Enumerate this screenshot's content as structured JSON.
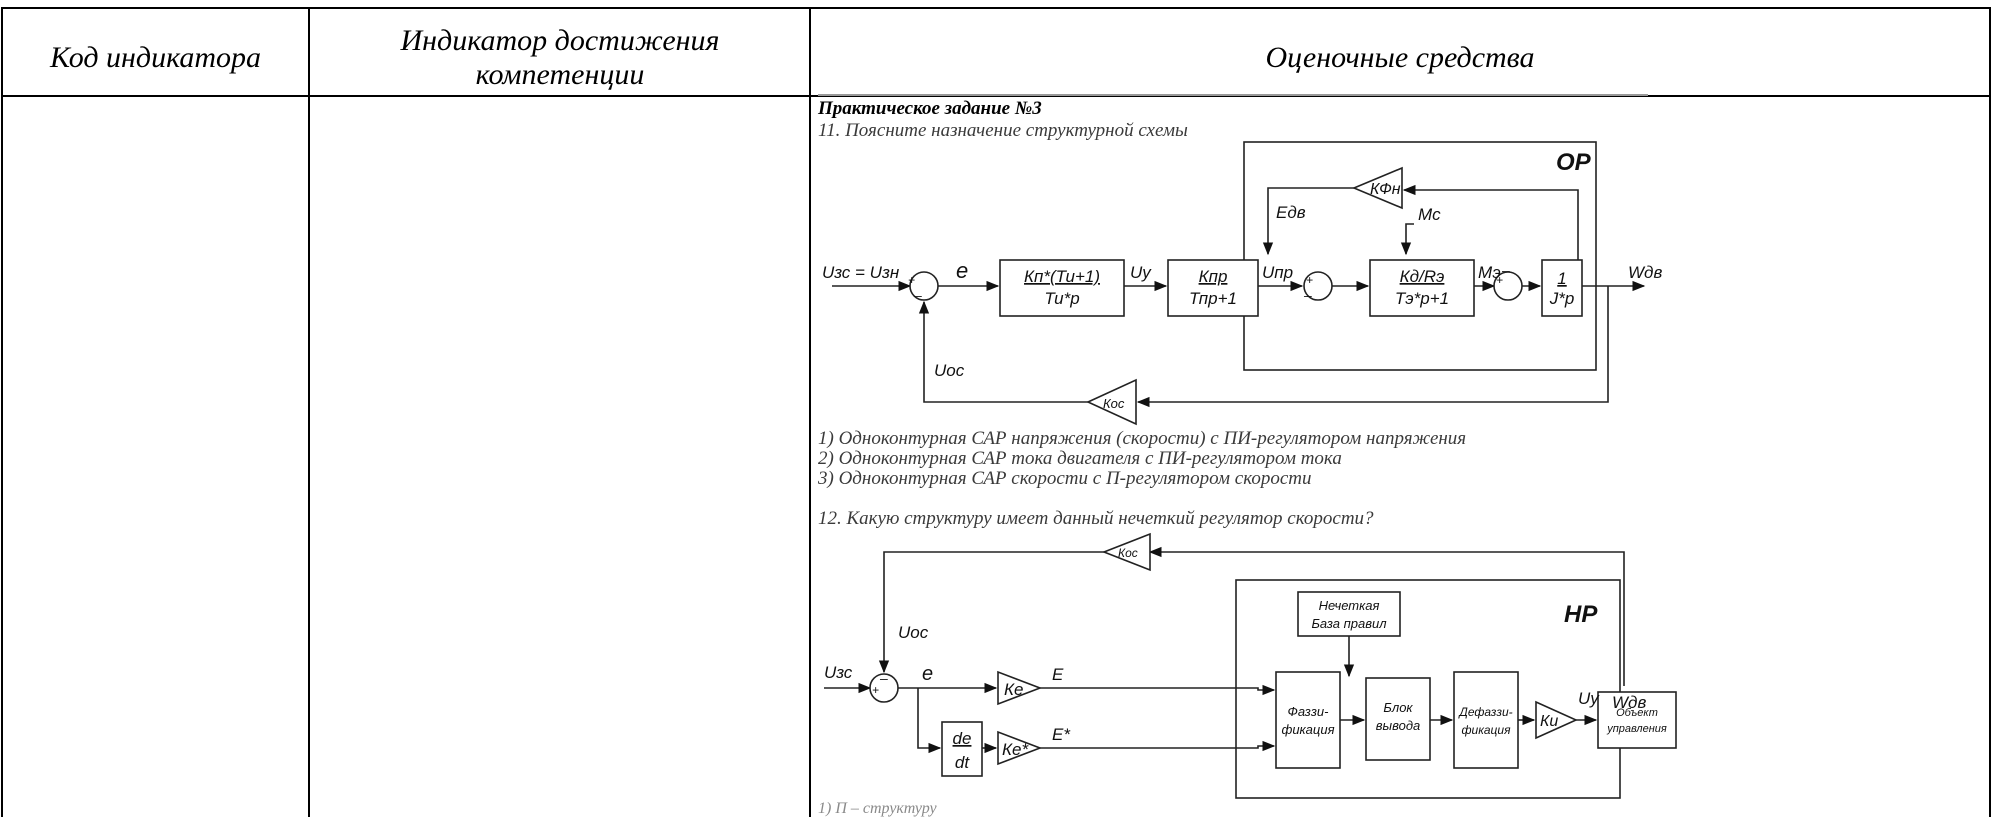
{
  "table": {
    "headers": [
      "Код индикатора",
      "Индикатор достижения компетенции",
      "Оценочные средства"
    ]
  },
  "task": {
    "title": "Практическое задание №3",
    "q11": "11. Поясните назначение структурной схемы",
    "answers11": [
      "1) Одноконтурная САР напряжения (скорости) с ПИ-регулятором напряжения",
      "2) Одноконтурная САР тока двигателя с ПИ-регулятором тока",
      "3) Одноконтурная САР скорости с П-регулятором скорости"
    ],
    "q12": "12. Какую структуру имеет данный нечеткий регулятор скорости?",
    "partial": "1) П – структуру"
  },
  "diagram1": {
    "or_label": "ОР",
    "kfn": "КФн",
    "edv": "Едв",
    "mc": "Мс",
    "uzs": "Uзс = Uзн",
    "e": "e",
    "block1_num": "Кп*(Ти+1)",
    "block1_den": "Ти*р",
    "uy": "Uу",
    "block2_num": "Кпр",
    "block2_den": "Тпр+1",
    "upr": "Uпр",
    "block3_num": "Кд/Rэ",
    "block3_den": "Тэ*р+1",
    "me": "Мэ",
    "block4_num": "1",
    "block4_den": "J*p",
    "wdv": "Wдв",
    "uoc": "Uос",
    "koc": "Кос"
  },
  "diagram2": {
    "koc": "Кос",
    "hr_label": "НР",
    "rules": [
      "Нечеткая",
      "База правил"
    ],
    "uoc": "Uос",
    "uzs": "Uзс",
    "e": "e",
    "ke": "Ке",
    "E": "E",
    "fuzz": [
      "Фаззи-",
      "фикация"
    ],
    "infer": [
      "Блок",
      "вывода"
    ],
    "defuzz": [
      "Дефаззи-",
      "фикация"
    ],
    "ku": "Кu",
    "uy": "Uу",
    "object": [
      "Объект",
      "управления"
    ],
    "wdv": "Wдв",
    "de": "de",
    "dt": "dt",
    "ke_star": "Ке*",
    "E_star": "E*"
  }
}
